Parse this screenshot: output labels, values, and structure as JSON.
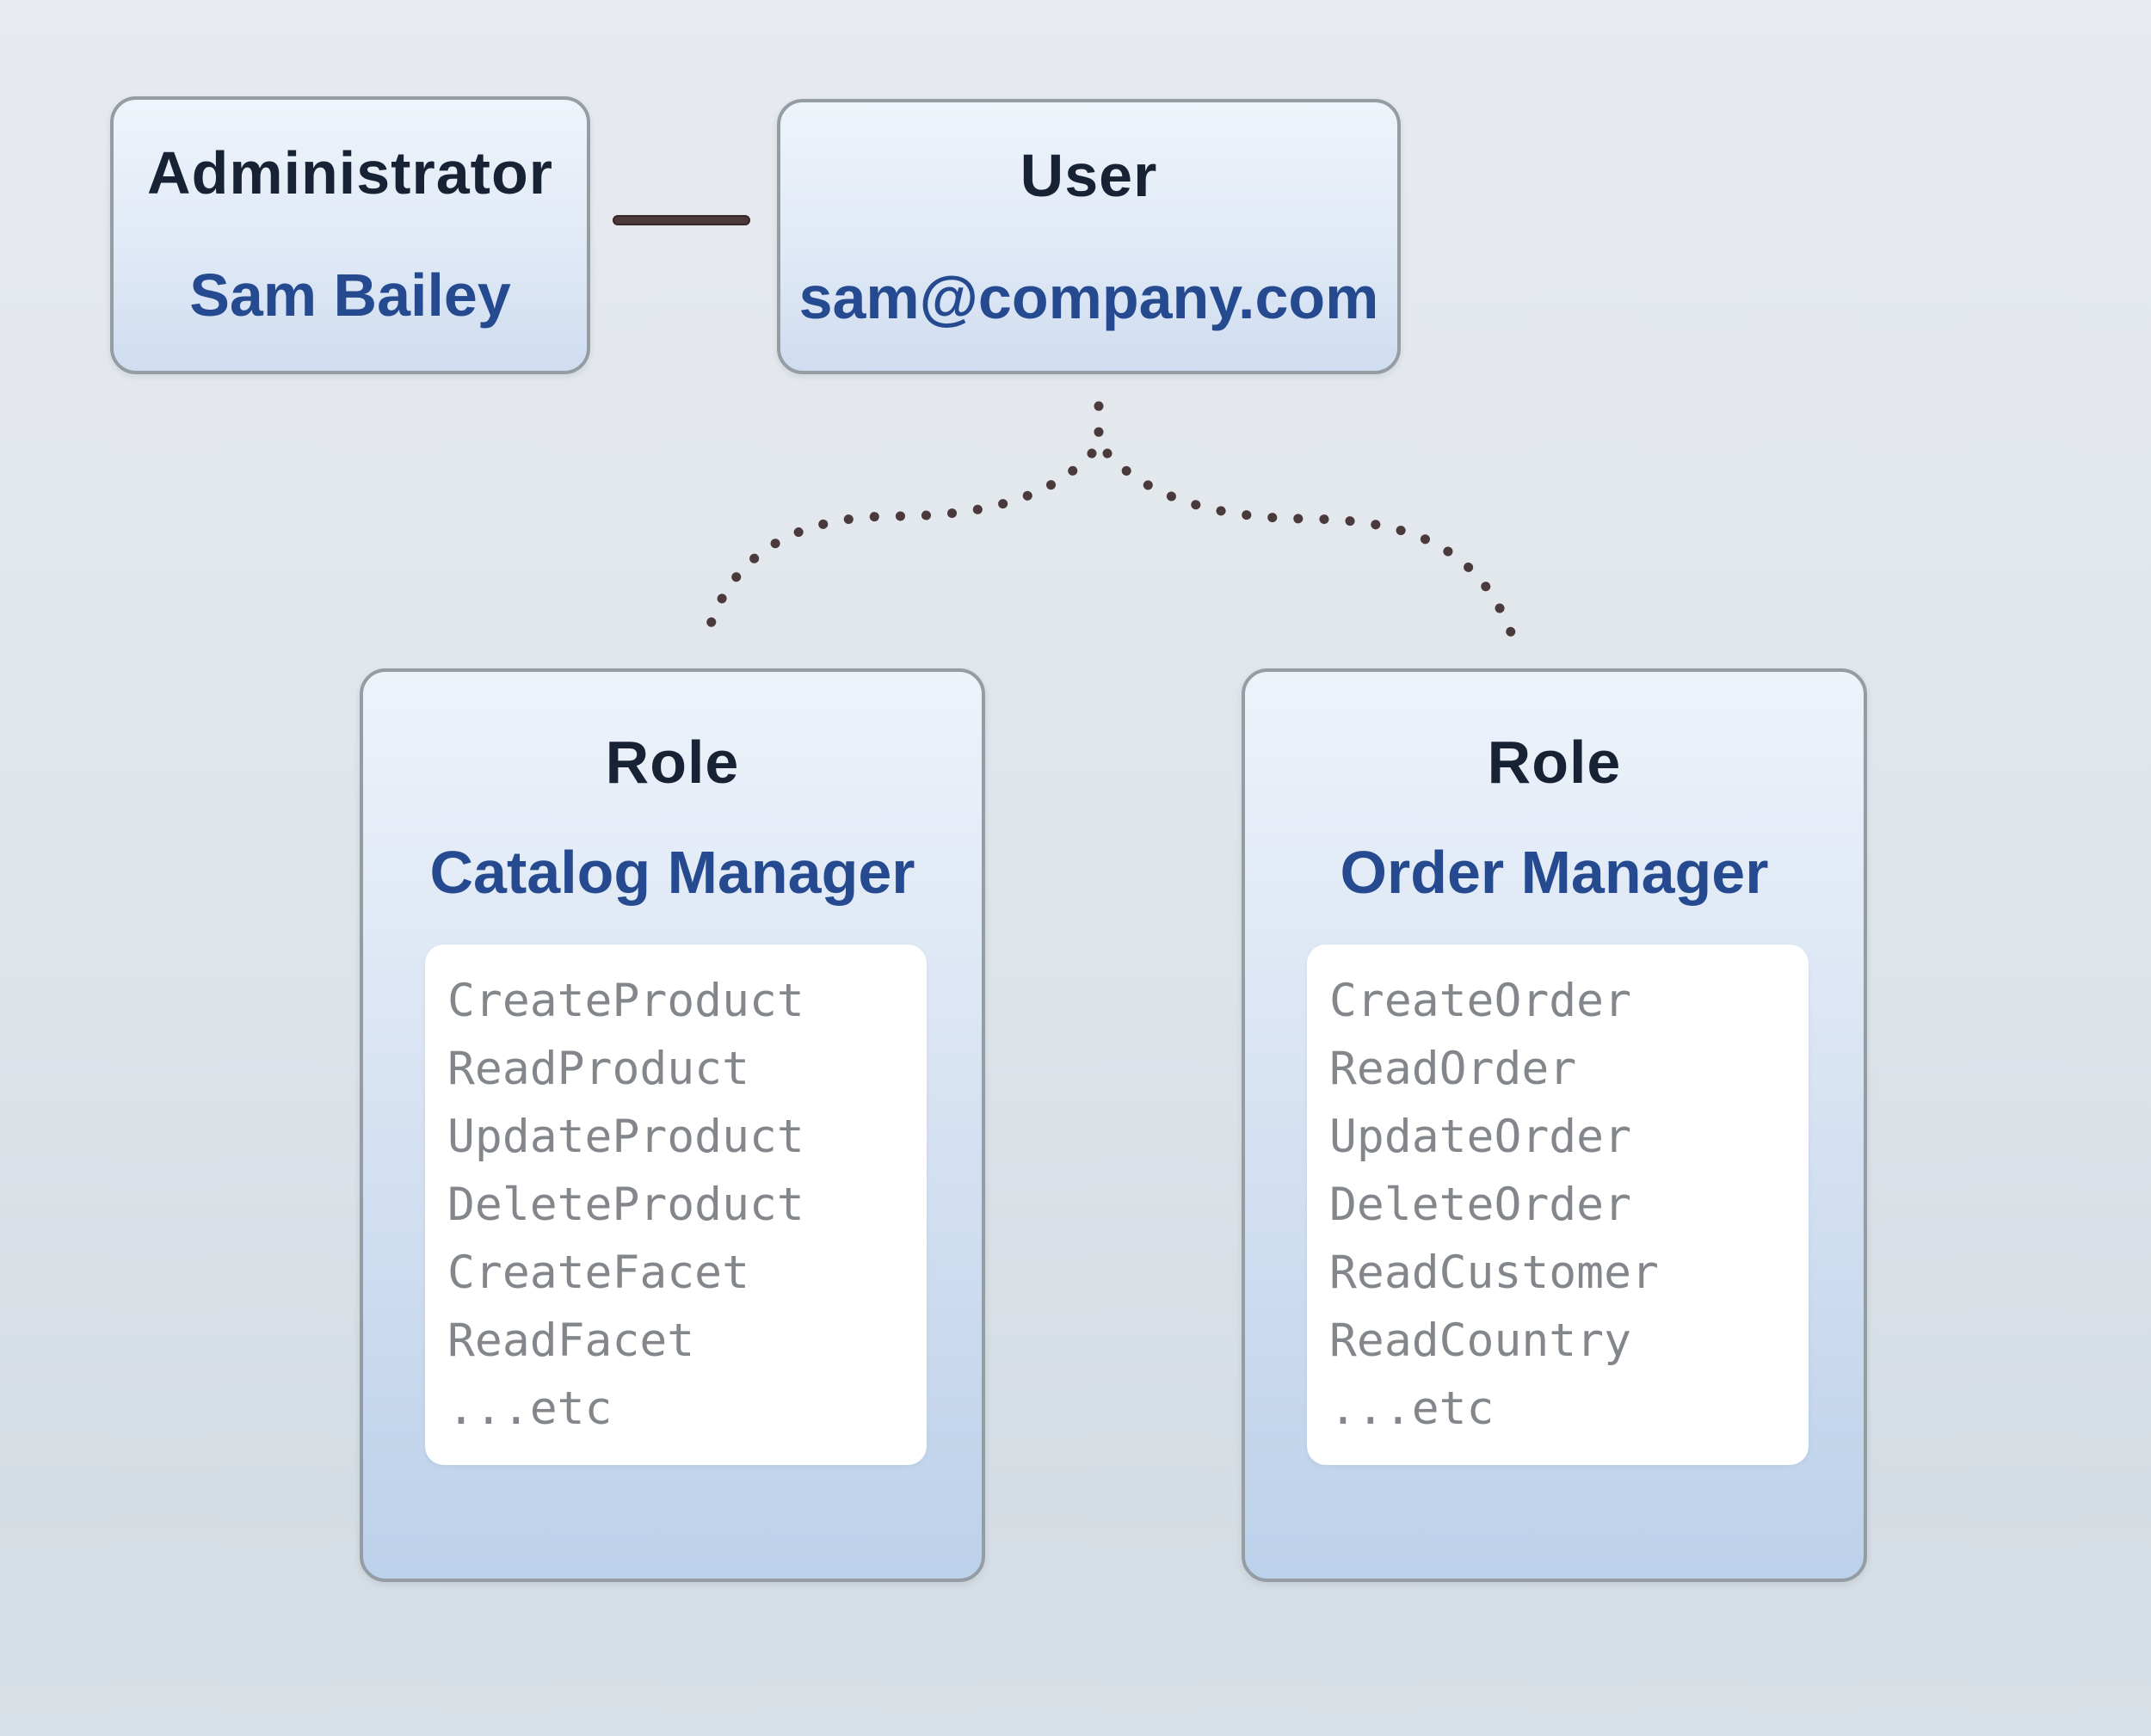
{
  "diagram": {
    "administrator": {
      "title": "Administrator",
      "name": "Sam Bailey"
    },
    "user": {
      "title": "User",
      "email": "sam@company.com"
    }
  },
  "roles": [
    {
      "title": "Role",
      "name": "Catalog Manager",
      "permissions": [
        "CreateProduct",
        "ReadProduct",
        "UpdateProduct",
        "DeleteProduct",
        "CreateFacet",
        "ReadFacet",
        "...etc"
      ]
    },
    {
      "title": "Role",
      "name": "Order Manager",
      "permissions": [
        "CreateOrder",
        "ReadOrder",
        "UpdateOrder",
        "DeleteOrder",
        "ReadCustomer",
        "ReadCountry",
        "...etc"
      ]
    }
  ],
  "colors": {
    "box_border": "#949ca4",
    "title_text": "#182235",
    "accent_blue": "#254a8f",
    "permission_text": "#83878b",
    "connector_line": "#4c3739",
    "connector_dots": "#4b3a3c",
    "card_background": "#ffffff",
    "box_fill_top": "#eff4fb",
    "box_fill_bottom": "#bcd1ea"
  }
}
